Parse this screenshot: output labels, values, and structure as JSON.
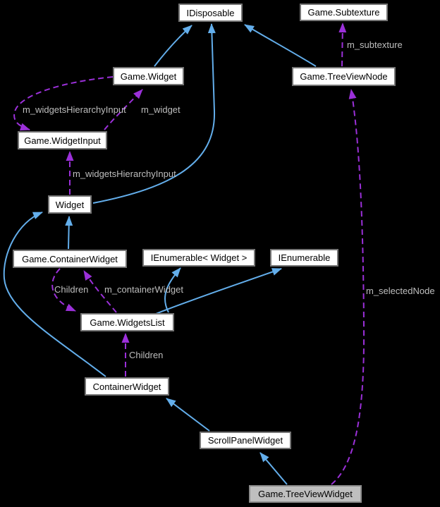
{
  "diagram": {
    "type": "collaboration-graph",
    "background": "#000000",
    "colors": {
      "inheritance_edge": "#63AEEB",
      "usage_edge": "#9B30D9",
      "edge_label": "#BEBEBE",
      "node_fill": "#FFFFFF",
      "node_border": "#757575",
      "node_text": "#000000",
      "selected_node_fill": "#BFBFBF",
      "selected_node_border": "#8C8C8C"
    },
    "nodes": [
      {
        "id": "idisposable",
        "label": "IDisposable"
      },
      {
        "id": "subtexture",
        "label": "Game.Subtexture"
      },
      {
        "id": "gamewidget",
        "label": "Game.Widget"
      },
      {
        "id": "treeviewnode",
        "label": "Game.TreeViewNode"
      },
      {
        "id": "widgetinput",
        "label": "Game.WidgetInput"
      },
      {
        "id": "widget",
        "label": "Widget"
      },
      {
        "id": "gamecontainerwidget",
        "label": "Game.ContainerWidget"
      },
      {
        "id": "ienumerablewidget",
        "label": "IEnumerable< Widget >"
      },
      {
        "id": "ienumerable",
        "label": "IEnumerable"
      },
      {
        "id": "widgetslist",
        "label": "Game.WidgetsList"
      },
      {
        "id": "containerwidget",
        "label": "ContainerWidget"
      },
      {
        "id": "scrollpanelwidget",
        "label": "ScrollPanelWidget"
      },
      {
        "id": "treeviewwidget",
        "label": "Game.TreeViewWidget",
        "selected": true
      }
    ],
    "edge_labels": [
      {
        "text": "m_subtexture",
        "edge": "treeviewnode-to-subtexture"
      },
      {
        "text": "m_widgetsHierarchyInput",
        "edge": "gamewidget-to-widgetinput"
      },
      {
        "text": "m_widget",
        "edge": "widgetinput-to-gamewidget"
      },
      {
        "text": "m_widgetsHierarchyInput",
        "edge": "widget-to-widgetinput"
      },
      {
        "text": "Children",
        "edge": "gamecontainerwidget-to-widgetslist"
      },
      {
        "text": "m_containerWidget",
        "edge": "widgetslist-to-gamecontainerwidget"
      },
      {
        "text": "Children",
        "edge": "containerwidget-to-widgetslist"
      },
      {
        "text": "m_selectedNode",
        "edge": "treeviewwidget-to-treeviewnode"
      }
    ]
  }
}
